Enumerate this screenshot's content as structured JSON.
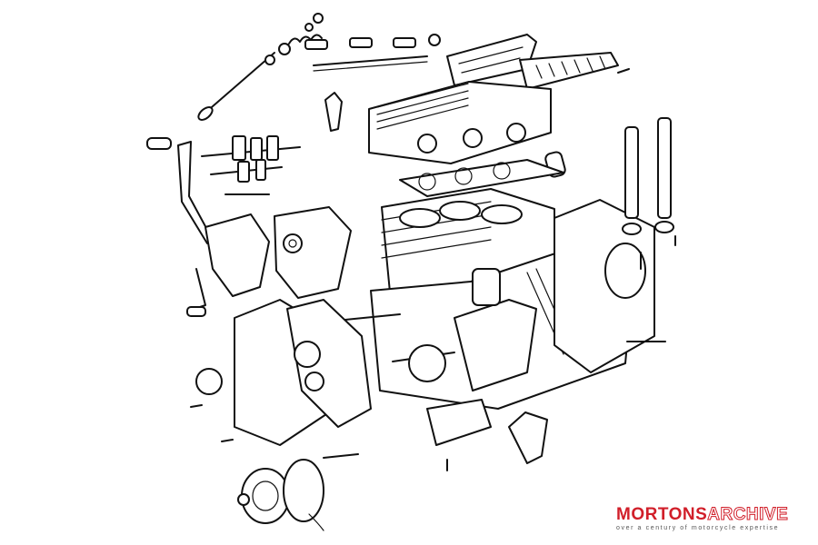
{
  "illustration": {
    "subject": "exploded-engine-line-drawing",
    "ink_color": "#111111",
    "background_color": "#ffffff"
  },
  "watermark": {
    "brand_primary": "MORTONS",
    "brand_secondary": "ARCHIVE",
    "tagline": "over a century of motorcycle expertise",
    "primary_color": "#d11f2a",
    "secondary_color": "#ffffff"
  }
}
